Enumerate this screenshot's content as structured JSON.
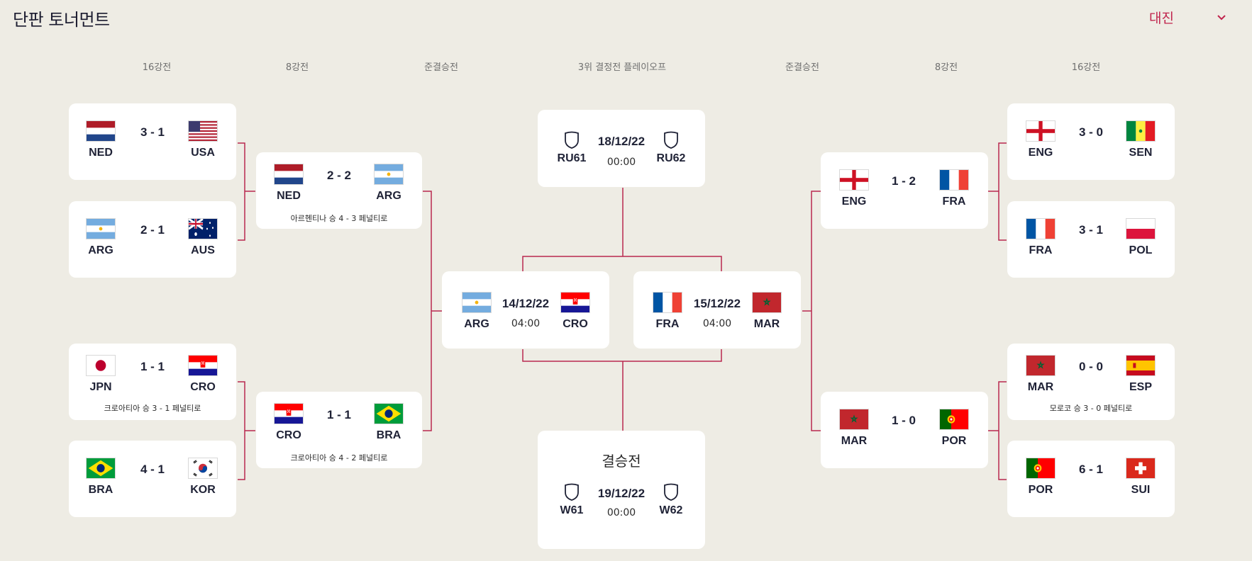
{
  "header": {
    "title": "단판 토너먼트",
    "view_selector": "대진"
  },
  "rounds": {
    "left_r16": "16강전",
    "left_qf": "8강전",
    "left_sf": "준결승전",
    "third_place": "3위 결정전 플레이오프",
    "right_sf": "준결승전",
    "right_qf": "8강전",
    "right_r16": "16강전"
  },
  "matches": {
    "l_r16_1": {
      "home": "NED",
      "away": "USA",
      "score": "3 - 1"
    },
    "l_r16_2": {
      "home": "ARG",
      "away": "AUS",
      "score": "2 - 1"
    },
    "l_r16_3": {
      "home": "JPN",
      "away": "CRO",
      "score": "1 - 1",
      "note": "크로아티아 승 3 - 1 페널티로"
    },
    "l_r16_4": {
      "home": "BRA",
      "away": "KOR",
      "score": "4 - 1"
    },
    "l_qf_1": {
      "home": "NED",
      "away": "ARG",
      "score": "2 - 2",
      "note": "아르헨티나 승 4 - 3 페널티로"
    },
    "l_qf_2": {
      "home": "CRO",
      "away": "BRA",
      "score": "1 - 1",
      "note": "크로아티아 승 4 - 2 페널티로"
    },
    "sf_1": {
      "home": "ARG",
      "away": "CRO",
      "date": "14/12/22",
      "time": "04:00"
    },
    "sf_2": {
      "home": "FRA",
      "away": "MAR",
      "date": "15/12/22",
      "time": "04:00"
    },
    "third": {
      "home": "RU61",
      "away": "RU62",
      "date": "18/12/22",
      "time": "00:00"
    },
    "final": {
      "title": "결승전",
      "home": "W61",
      "away": "W62",
      "date": "19/12/22",
      "time": "00:00"
    },
    "r_qf_1": {
      "home": "ENG",
      "away": "FRA",
      "score": "1 - 2"
    },
    "r_qf_2": {
      "home": "MAR",
      "away": "POR",
      "score": "1 - 0"
    },
    "r_r16_1": {
      "home": "ENG",
      "away": "SEN",
      "score": "3 - 0"
    },
    "r_r16_2": {
      "home": "FRA",
      "away": "POL",
      "score": "3 - 1"
    },
    "r_r16_3": {
      "home": "MAR",
      "away": "ESP",
      "score": "0 - 0",
      "note": "모로코 승 3 - 0 페널티로"
    },
    "r_r16_4": {
      "home": "POR",
      "away": "SUI",
      "score": "6 - 1"
    }
  },
  "colors": {
    "accent": "#c0244d",
    "background": "#eeece4",
    "card": "#ffffff",
    "connector": "#b8284f"
  }
}
